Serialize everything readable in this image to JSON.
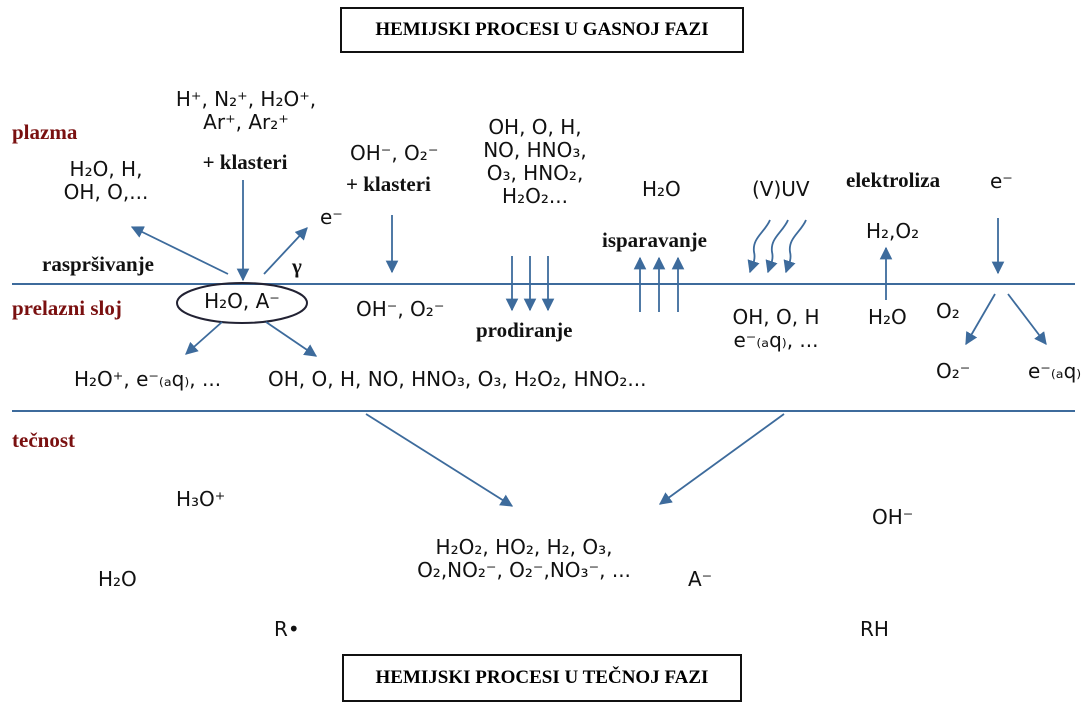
{
  "titles": {
    "gas": "HEMIJSKI PROCESI U GASNOJ FAZI",
    "liquid": "HEMIJSKI PROCESI U TEČNOJ FAZI"
  },
  "zones": {
    "plasma": "plazma",
    "interface": "prelazni sloj",
    "liquid": "tečnost"
  },
  "labels": {
    "sputtering": "raspršivanje",
    "gamma": "γ",
    "e_minus_top": "e⁻",
    "penetration": "prodiranje",
    "evaporation": "isparavanje",
    "vuv": "(V)UV",
    "electrolysis": "elektroliza",
    "e_minus_right": "e⁻",
    "clusters_1": "+ klasteri",
    "clusters_2": "+ klasteri"
  },
  "species": {
    "sputtered": [
      "H₂O, H,",
      "OH, O,..."
    ],
    "ions": [
      "H⁺, N₂⁺, H₂O⁺,",
      "Ar⁺, Ar₂⁺"
    ],
    "anions_top": "OH⁻, O₂⁻",
    "neutrals_top": [
      "OH, O, H,",
      "NO, HNO₃,",
      "O₃, HNO₂,",
      "H₂O₂..."
    ],
    "water_vapor": "H₂O",
    "electrolysis_products": "H₂,O₂",
    "interface_center": "H₂O, A⁻",
    "interface_anions": "OH⁻, O₂⁻",
    "uv_products": [
      "OH, O, H",
      "e⁻₍ₐq₎, ..."
    ],
    "interface_water": "H₂O",
    "interface_o2": "O₂",
    "left_products": "H₂O⁺, e⁻₍ₐq₎, ...",
    "center_products": "OH, O, H, NO, HNO₃, O₃, H₂O₂, HNO₂...",
    "superoxide": "O₂⁻",
    "solvated_electron": "e⁻₍ₐq₎",
    "hydronium": "H₃O⁺",
    "hydroxide": "OH⁻",
    "liquid_center": [
      "H₂O₂, HO₂, H₂, O₃,",
      "O₂,NO₂⁻, O₂⁻,NO₃⁻, ..."
    ],
    "water_liquid": "H₂O",
    "anion_liquid": "A⁻",
    "radical": "R•",
    "organic": "RH"
  },
  "colors": {
    "line": "#3d6b9c",
    "zone_text": "#7a1010"
  }
}
